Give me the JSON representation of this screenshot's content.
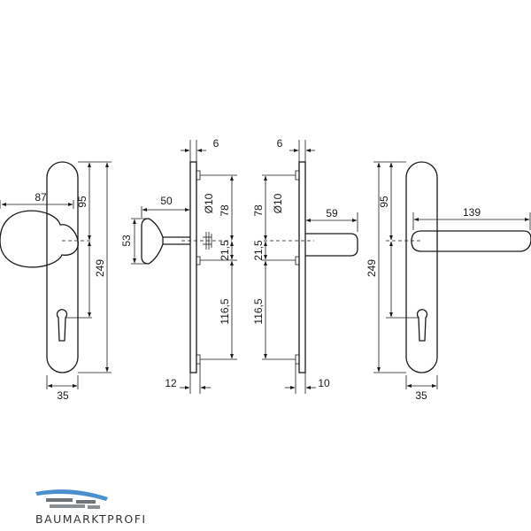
{
  "views": {
    "knob_front": {
      "width": "87",
      "height_top": "95",
      "total_height": "249",
      "plate_width": "35"
    },
    "knob_side": {
      "plate_thickness": "6",
      "projection": "50",
      "knob_height": "53",
      "bore_diameter": "Ø10",
      "upper_distance": "78",
      "spindle_distance": "21,5",
      "lower_distance": "116,5",
      "bottom_offset": "12"
    },
    "lever_side": {
      "plate_thickness": "6",
      "lever_projection": "59",
      "bore_diameter": "Ø10",
      "upper_distance": "78",
      "spindle_distance": "21,5",
      "lower_distance": "116,5",
      "bottom_offset": "10"
    },
    "lever_front": {
      "lever_length": "139",
      "height_top": "95",
      "total_height": "249",
      "plate_width": "35"
    }
  },
  "brand": {
    "name": "BAUMARKTPROFI",
    "colors": {
      "swoosh_blue": "#4a90cf",
      "swoosh_gray": "#6f7478",
      "text": "#333333"
    }
  }
}
